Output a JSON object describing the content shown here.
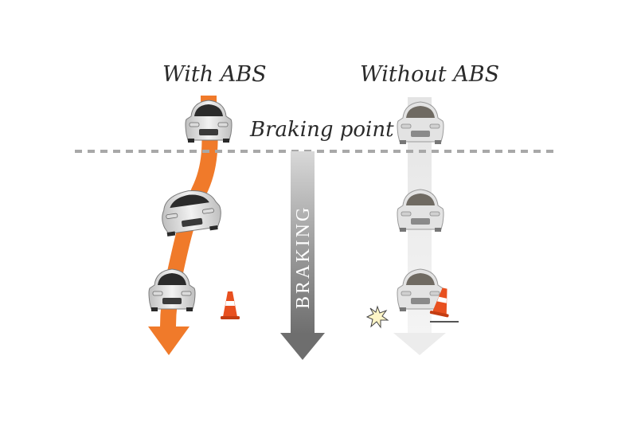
{
  "labels": {
    "with_abs": "With ABS",
    "without_abs": "Without ABS",
    "braking_point": "Braking point",
    "braking": "BRAKING"
  },
  "colors": {
    "abs_path": "#f07a2a",
    "no_abs_path": "#ececec",
    "braking_arrow": "#8f8f8f",
    "cone": "#e8501f",
    "braking_line": "#a8a8a8"
  }
}
